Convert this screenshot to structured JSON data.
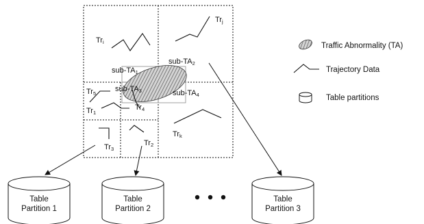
{
  "trajectories": {
    "tri": {
      "name": "Tr",
      "sub": "i"
    },
    "trj": {
      "name": "Tr",
      "sub": "j"
    },
    "tr5": {
      "name": "Tr",
      "sub": "5"
    },
    "tr1": {
      "name": "Tr",
      "sub": "1"
    },
    "tr4": {
      "name": "Tr",
      "sub": "4"
    },
    "tr3": {
      "name": "Tr",
      "sub": "3"
    },
    "tr2": {
      "name": "Tr",
      "sub": "2"
    },
    "trk": {
      "name": "Tr",
      "sub": "k"
    }
  },
  "sub_regions": {
    "ta1": {
      "name": "sub-TA",
      "sub": "1"
    },
    "ta2": {
      "name": "sub-TA",
      "sub": "2"
    },
    "ta3": {
      "name": "sub-TA",
      "sub": "3"
    },
    "ta4": {
      "name": "sub-TA",
      "sub": "4"
    }
  },
  "legend": {
    "ta": "Traffic Abnormality (TA)",
    "traj": "Trajectory Data",
    "table": "Table partitions"
  },
  "partitions": {
    "p1": {
      "line1": "Table",
      "line2": "Partition 1"
    },
    "p2": {
      "line1": "Table",
      "line2": "Partition 2"
    },
    "p3": {
      "line1": "Table",
      "line2": "Partition 3"
    }
  },
  "colors": {
    "line": "#111111",
    "hatch": "#555555",
    "ta_fill": "#bdbdbd",
    "box": "#888888"
  }
}
